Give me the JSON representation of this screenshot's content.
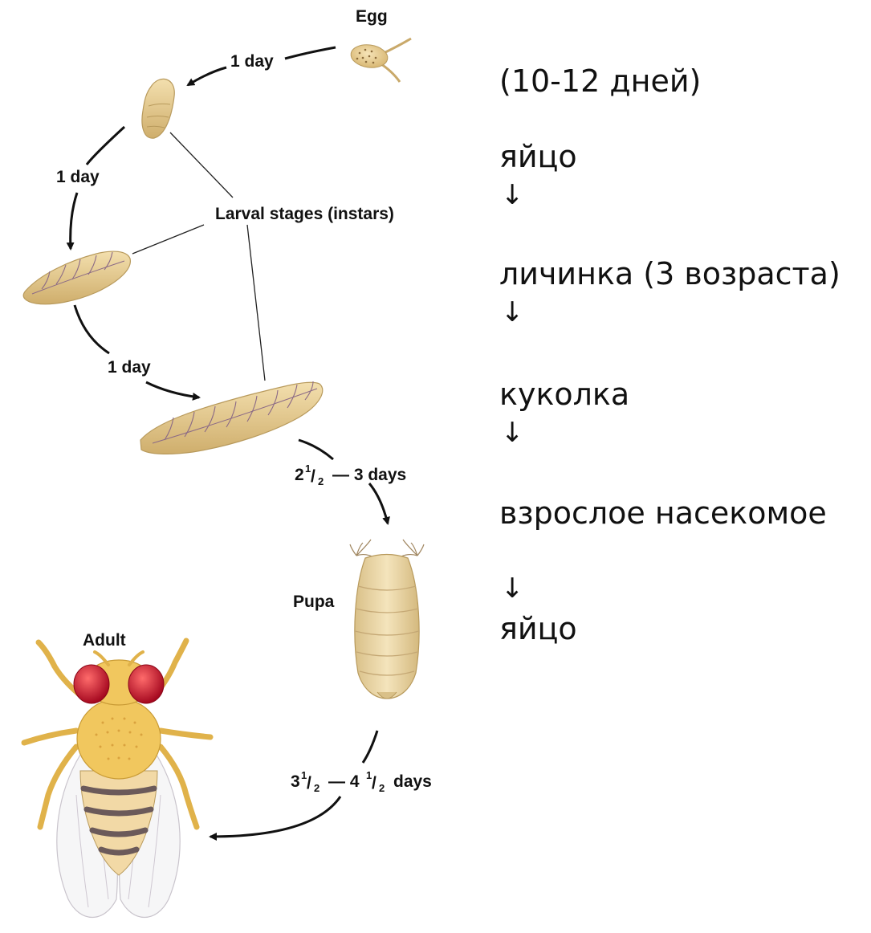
{
  "diagram": {
    "labels": {
      "egg": "Egg",
      "larval_stages": "Larval stages (instars)",
      "pupa": "Pupa",
      "adult": "Adult"
    },
    "durations": {
      "egg_to_l1": "1 day",
      "l1_to_l2": "1 day",
      "l2_to_l3": "1 day",
      "l3_to_pupa_whole": "2",
      "l3_to_pupa_num": "1",
      "l3_to_pupa_den": "2",
      "l3_to_pupa_rest": "— 3 days",
      "pupa_to_adult_a_whole": "3",
      "pupa_to_adult_a_num": "1",
      "pupa_to_adult_a_den": "2",
      "pupa_to_adult_sep": "— 4",
      "pupa_to_adult_b_num": "1",
      "pupa_to_adult_b_den": "2",
      "pupa_to_adult_rest": "days"
    },
    "colors": {
      "body": "#e8cf98",
      "body_stroke": "#b89a5c",
      "segment": "#8b6a86",
      "fly_eye": "#c8102e",
      "fly_thorax": "#f1c75e",
      "abdomen_stripe": "#6b5a5a",
      "arrow": "#111111"
    }
  },
  "summary": {
    "duration": "(10-12 дней)",
    "stages": [
      "яйцо",
      "личинка (3 возраста)",
      "куколка",
      "взрослое насекомое",
      "яйцо"
    ],
    "arrow": "↓"
  }
}
